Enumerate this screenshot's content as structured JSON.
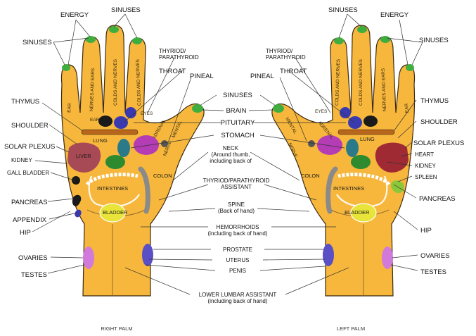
{
  "labels": {
    "energy": "ENERGY",
    "sinuses": "SINUSES",
    "thymus": "THYMUS",
    "shoulder": "SHOULDER",
    "solar_plexus": "SOLAR PLEXUS",
    "kidney": "KIDNEY",
    "gall_bladder": "GALL BLADDER",
    "pancreas": "PANCREAS",
    "appendix": "APPENDIX",
    "hip": "HIP",
    "ovaries": "OVARIES",
    "testes": "TESTES",
    "heart": "HEART",
    "spleen": "SPLEEN",
    "thyroid_parathyroid": "THYRIOD/\nPARATHYROID",
    "throat": "THROAT",
    "pineal": "PINEAL",
    "brain": "BRAIN",
    "pituitary": "PITUITARY",
    "stomach": "STOMACH",
    "neck": "NECK\n(Around thumb,\nincluding back of",
    "thyroid_assistant": "THYRIOD/PARATHYROID\nASSISTANT",
    "spine": "SPINE\n(Back of hand)",
    "hemorrhoids": "HEMORRHOIDS\n(including back of  hand)",
    "prostate": "PROSTATE",
    "uterus": "UTERUS",
    "penis": "PENIS",
    "lower_lumbar": "LOWER LUMBAR ASSISTANT\n(including back of  hand)",
    "right_palm": "RIGHT PALM",
    "left_palm": "LEFT PALM"
  },
  "finger_text": {
    "ear": "EAR",
    "nerves_and_ears": "NERVES AND EARS",
    "colds_and_nerves": "COLDS AND NERVES",
    "eyes": "EYES",
    "ears": "EARS",
    "adrenal": "ADRENAL",
    "mental": "MENTAL",
    "nerve": "NERVE"
  },
  "organ_text": {
    "liver": "LIVER",
    "lung": "LUNG",
    "colon": "COLON",
    "intestines": "INTESTINES",
    "bladder": "BLADDER",
    "heart": "HEART"
  },
  "colors": {
    "skin": "#f6b73c",
    "liver": "#a84a55",
    "heart": "#a02a34",
    "adrenal": "#b43cb4",
    "kidney": "#2e8a2e",
    "bladder": "#e8e43a",
    "ovaries": "#d27adb",
    "prostate": "#5a4fc4",
    "fingertip": "#3fae3f",
    "pituitary": "#3a3ab0",
    "stomach": "#2a7a8a",
    "thyroid": "#b8661c",
    "pancreas": "#8ac83a"
  }
}
